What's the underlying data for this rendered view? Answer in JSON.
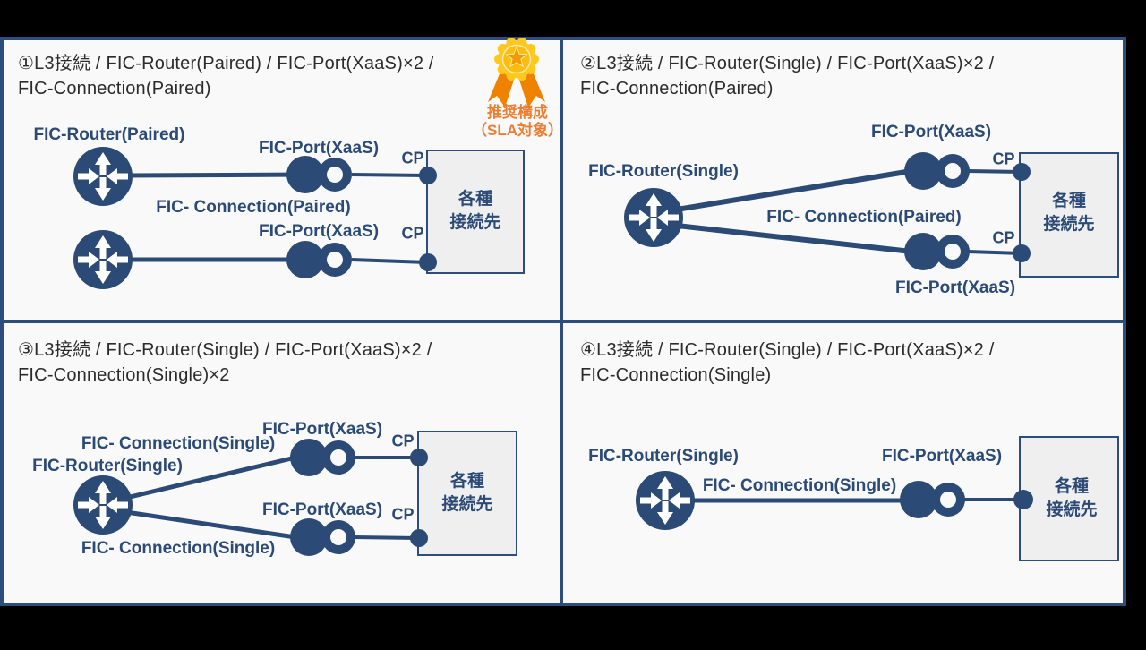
{
  "colors": {
    "navy": "#2b4a75",
    "frame_border": "#2d4d7c",
    "panel_background": "#f9f9f9",
    "destination_box_fill": "#efefef",
    "title_text": "#2b2b2b",
    "badge_text_orange": "#ed7d31",
    "ribbon_orange": "#ef8200",
    "medal_gold": "#ffc81f",
    "star_orange": "#f29b00",
    "outer_background": "#000000"
  },
  "badge": {
    "label_line1": "推奨構成",
    "label_line2": "（SLA対象）"
  },
  "quadrants": {
    "q1": {
      "title": "①L3接続 / FIC-Router(Paired) / FIC-Port(XaaS)×2 /\nFIC-Connection(Paired)",
      "router_label": "FIC-Router(Paired)",
      "connection_label": "FIC- Connection(Paired)",
      "port_label_top": "FIC-Port(XaaS)",
      "port_label_bottom": "FIC-Port(XaaS)",
      "cp_label_top": "CP",
      "cp_label_bottom": "CP",
      "destination_label": "各種\n接続先"
    },
    "q2": {
      "title": "②L3接続 / FIC-Router(Single) / FIC-Port(XaaS)×2 /\nFIC-Connection(Paired)",
      "router_label": "FIC-Router(Single)",
      "connection_label": "FIC- Connection(Paired)",
      "port_label_top": "FIC-Port(XaaS)",
      "port_label_bottom": "FIC-Port(XaaS)",
      "cp_label_top": "CP",
      "cp_label_bottom": "CP",
      "destination_label": "各種\n接続先"
    },
    "q3": {
      "title": "③L3接続 / FIC-Router(Single) / FIC-Port(XaaS)×2 /\nFIC-Connection(Single)×2",
      "router_label": "FIC-Router(Single)",
      "connection_label_top": "FIC- Connection(Single)",
      "connection_label_bottom": "FIC- Connection(Single)",
      "port_label_top": "FIC-Port(XaaS)",
      "port_label_bottom": "FIC-Port(XaaS)",
      "cp_label_top": "CP",
      "cp_label_bottom": "CP",
      "destination_label": "各種\n接続先"
    },
    "q4": {
      "title": "④L3接続 / FIC-Router(Single) / FIC-Port(XaaS)×2 /\nFIC-Connection(Single)",
      "router_label": "FIC-Router(Single)",
      "connection_label": "FIC- Connection(Single)",
      "port_label": "FIC-Port(XaaS)",
      "destination_label": "各種\n接続先"
    }
  }
}
